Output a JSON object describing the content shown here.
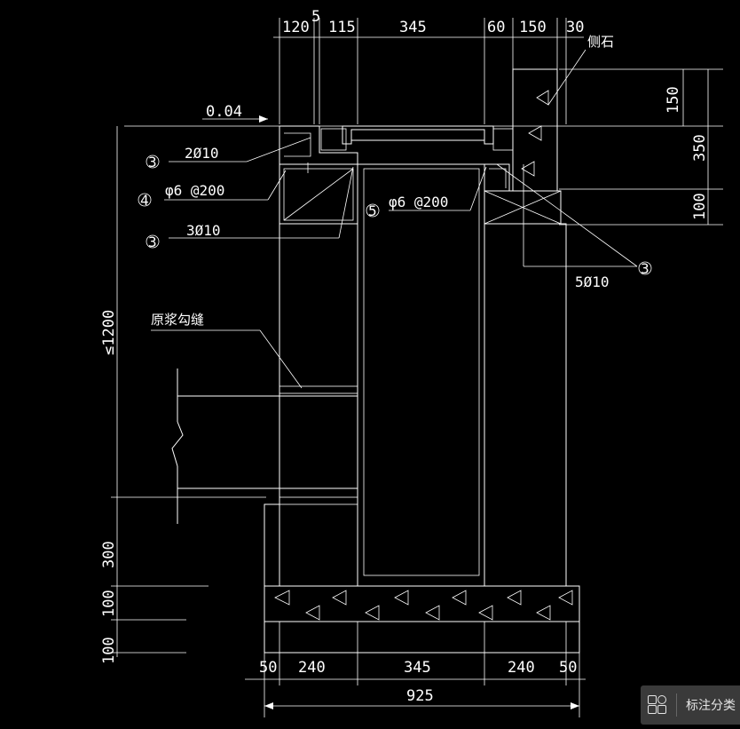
{
  "colors": {
    "background": "#000000",
    "lines": "#ffffff",
    "button_bg": "#3a3a3a"
  },
  "top_dims": [
    "120",
    "5",
    "115",
    "345",
    "60",
    "150",
    "30"
  ],
  "curb_label": "侧石",
  "slope_label": "0.04",
  "right_dims": [
    "150",
    "350",
    "100"
  ],
  "left_dims": [
    "≤1200",
    "300",
    "100",
    "100"
  ],
  "bottom_dims": [
    "50",
    "240",
    "345",
    "240",
    "50"
  ],
  "total_width": "925",
  "callouts": {
    "c1": {
      "num": "3",
      "text": "2Ø10"
    },
    "c2": {
      "num": "4",
      "text": "φ6 @200"
    },
    "c3": {
      "num": "3",
      "text": "3Ø10"
    },
    "c4": {
      "num": "5",
      "text": "φ6 @200"
    },
    "c5": {
      "num": "3",
      "text": "5Ø10"
    }
  },
  "mortar_label": "原浆勾缝",
  "annotate_button": {
    "label": "标注分类",
    "icon": "grid-icon"
  }
}
